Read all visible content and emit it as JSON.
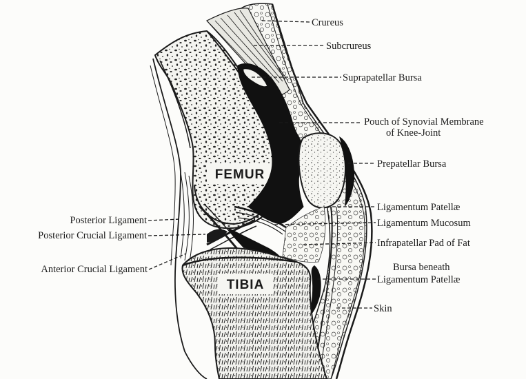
{
  "figure": {
    "bones": {
      "femur": "FEMUR",
      "tibia": "TIBIA"
    },
    "labels": {
      "crureus": "Crureus",
      "subcrureus": "Subcrureus",
      "suprapatellar_bursa": "Suprapatellar Bursa",
      "pouch_line1": "Pouch of Synovial Membrane",
      "pouch_line2": "of Knee-Joint",
      "prepatellar_bursa": "Prepatellar Bursa",
      "ligamentum_patellae": "Ligamentum Patellæ",
      "ligamentum_mucosum": "Ligamentum Mucosum",
      "infrapatellar_pad": "Infrapatellar Pad of Fat",
      "bursa_beneath_line1": "Bursa beneath",
      "bursa_beneath_line2": "Ligamentum Patellæ",
      "skin": "Skin",
      "posterior_ligament": "Posterior Ligament",
      "posterior_crucial_ligament": "Posterior Crucial Ligament",
      "anterior_crucial_ligament": "Anterior Crucial Ligament"
    }
  }
}
